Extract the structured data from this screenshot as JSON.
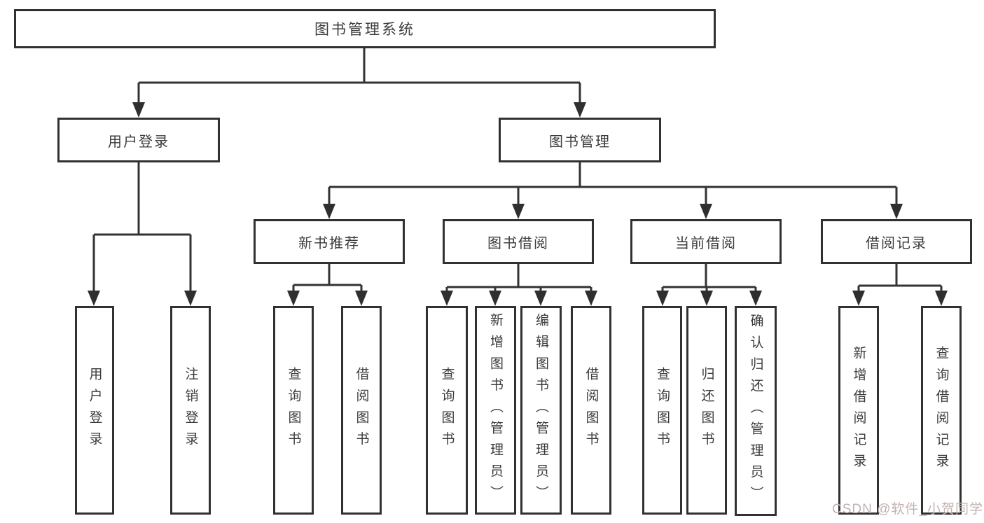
{
  "diagram_title": "图书管理系统",
  "colors": {
    "line": "#333333",
    "box_border": "#313131",
    "text": "#3b3b3b",
    "background": "#ffffff",
    "watermark": "#c3b2b2"
  },
  "tree": {
    "root": {
      "label": "图书管理系统"
    },
    "level2": [
      {
        "label": "用户登录"
      },
      {
        "label": "图书管理"
      }
    ],
    "level3": [
      {
        "label": "新书推荐"
      },
      {
        "label": "图书借阅"
      },
      {
        "label": "当前借阅"
      },
      {
        "label": "借阅记录"
      }
    ],
    "leaves": {
      "user_login": [
        {
          "label": "用户登录"
        },
        {
          "label": "注销登录"
        }
      ],
      "new_book": [
        {
          "label": "查询图书"
        },
        {
          "label": "借阅图书"
        }
      ],
      "book_borrow": [
        {
          "label": "查询图书"
        },
        {
          "label": "新增图书（管理员）"
        },
        {
          "label": "编辑图书（管理员）"
        },
        {
          "label": "借阅图书"
        }
      ],
      "current_borrow": [
        {
          "label": "查询图书"
        },
        {
          "label": "归还图书"
        },
        {
          "label": "确认归还（管理员）"
        }
      ],
      "records": [
        {
          "label": "新增借阅记录"
        },
        {
          "label": "查询借阅记录"
        }
      ]
    }
  },
  "watermark": {
    "text": "CSDN @软件_小贺同学"
  }
}
